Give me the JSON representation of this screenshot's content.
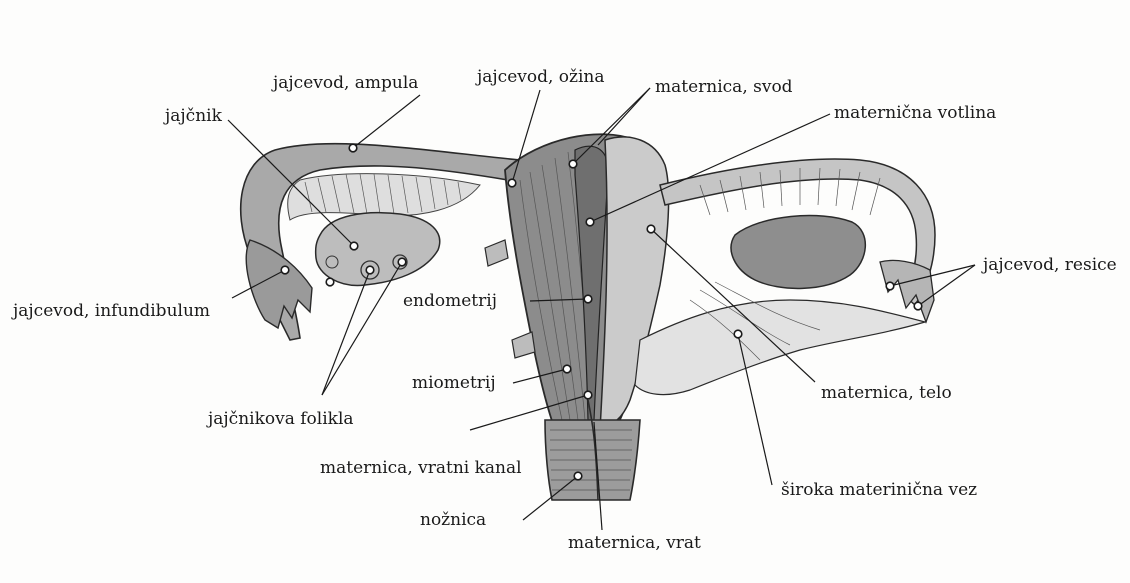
{
  "labels": {
    "ampula": "jajcevod, ampula",
    "ozina": "jajcevod, ožina",
    "svod": "maternica, svod",
    "votlina": "maternična votlina",
    "jajcnik": "jajčnik",
    "infundibulum": "jajcevod, infundibulum",
    "endometrij": "endometrij",
    "resice": "jajcevod, resice",
    "miometrij": "miometrij",
    "telo": "maternica, telo",
    "folikla": "jajčnikova folikla",
    "vratni_kanal": "maternica, vratni kanal",
    "siroka_vez": "široka materinična vez",
    "noznica": "nožnica",
    "vrat": "maternica, vrat"
  },
  "colors": {
    "tissue_dark": "#8c8c8c",
    "tissue_mid": "#a9a9a9",
    "tissue_light": "#c9c9c9",
    "ink": "#1a1a1a"
  }
}
